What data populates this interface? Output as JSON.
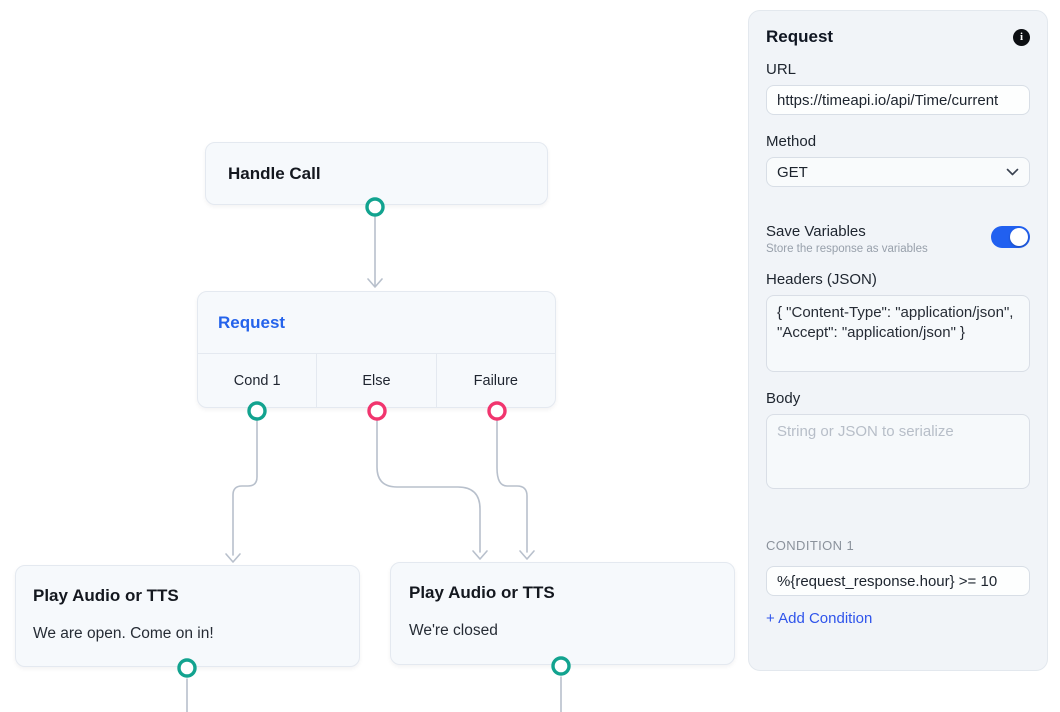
{
  "colors": {
    "teal": "#12a38f",
    "pink": "#f1356e",
    "edge": "#b8c0cc",
    "accent_blue": "#2563eb",
    "toggle_blue": "#2160f0",
    "link_blue": "#2f54eb"
  },
  "canvas": {
    "nodes": {
      "handle_call": {
        "title": "Handle Call"
      },
      "request": {
        "title": "Request",
        "outputs": [
          {
            "label": "Cond 1",
            "port_color": "#12a38f"
          },
          {
            "label": "Else",
            "port_color": "#f1356e"
          },
          {
            "label": "Failure",
            "port_color": "#f1356e"
          }
        ]
      },
      "play_open": {
        "title": "Play Audio or TTS",
        "subtitle": "We are open. Come on in!"
      },
      "play_closed": {
        "title": "Play Audio or TTS",
        "subtitle": "We're closed"
      }
    }
  },
  "panel": {
    "title": "Request",
    "info_icon": "i",
    "url": {
      "label": "URL",
      "value": "https://timeapi.io/api/Time/current"
    },
    "method": {
      "label": "Method",
      "value": "GET"
    },
    "save_variables": {
      "label": "Save Variables",
      "sublabel": "Store the response as variables",
      "enabled": true
    },
    "headers": {
      "label": "Headers (JSON)",
      "value": "{ \"Content-Type\": \"application/json\", \"Accept\": \"application/json\" }"
    },
    "body": {
      "label": "Body",
      "value": "",
      "placeholder": "String or JSON to serialize"
    },
    "condition": {
      "label": "CONDITION 1",
      "value": "%{request_response.hour} >= 10"
    },
    "add_condition_label": "+ Add Condition"
  }
}
